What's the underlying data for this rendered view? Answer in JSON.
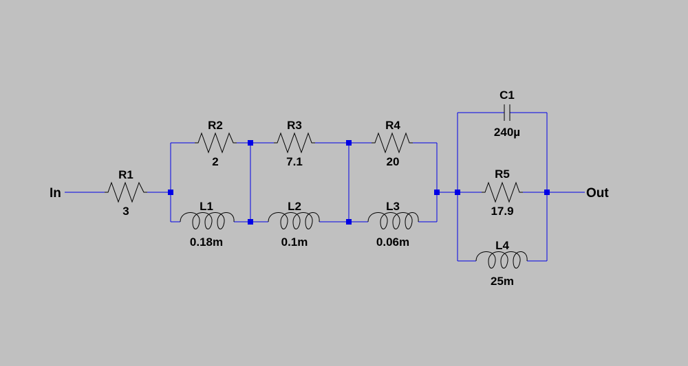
{
  "ports": {
    "in": "In",
    "out": "Out"
  },
  "components": {
    "R1": {
      "name": "R1",
      "value": "3"
    },
    "R2": {
      "name": "R2",
      "value": "2"
    },
    "R3": {
      "name": "R3",
      "value": "7.1"
    },
    "R4": {
      "name": "R4",
      "value": "20"
    },
    "R5": {
      "name": "R5",
      "value": "17.9"
    },
    "L1": {
      "name": "L1",
      "value": "0.18m"
    },
    "L2": {
      "name": "L2",
      "value": "0.1m"
    },
    "L3": {
      "name": "L3",
      "value": "0.06m"
    },
    "L4": {
      "name": "L4",
      "value": "25m"
    },
    "C1": {
      "name": "C1",
      "value": "240µ"
    }
  },
  "colors": {
    "background": "#c0c0c0",
    "wire": "#0000e6",
    "component": "#000000"
  }
}
